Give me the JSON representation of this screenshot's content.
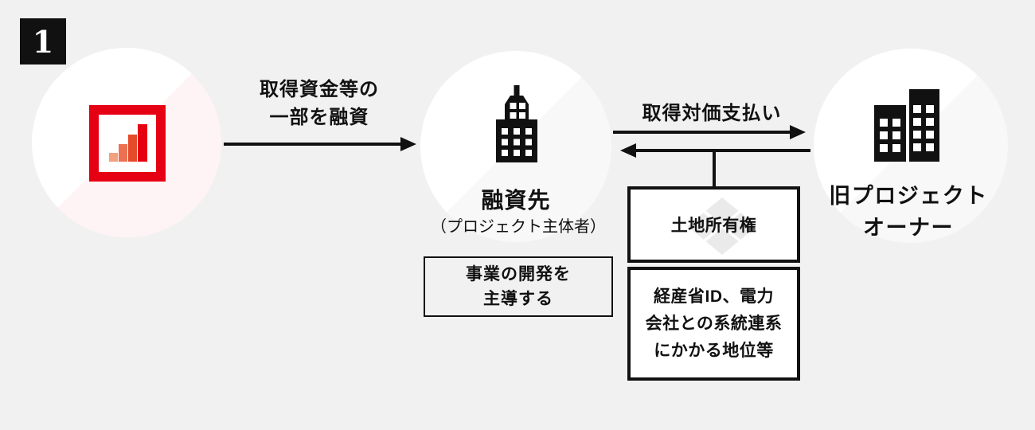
{
  "step_badge": "1",
  "flows": {
    "loan": {
      "lines": [
        "取得資金等の",
        "一部を融資"
      ]
    },
    "payment": {
      "label": "取得対価支払い"
    }
  },
  "borrower": {
    "title": "融資先",
    "subtitle": "（プロジェクト主体者）",
    "note_lines": [
      "事業の開発を",
      "主導する"
    ]
  },
  "old_owner": {
    "title_lines": [
      "旧プロジェクト",
      "オーナー"
    ]
  },
  "transferred_assets": {
    "land_rights": {
      "label": "土地所有権"
    },
    "meti_status": {
      "lines": [
        "経産省ID、電力",
        "会社との系統連系",
        "にかかる地位等"
      ]
    }
  },
  "colors": {
    "background": "#f1f1f1",
    "ink": "#111111",
    "logo_red": "#e60013",
    "logo_bars": [
      "#f1a17d",
      "#ed7150",
      "#e54a2b",
      "#e60013"
    ]
  },
  "logo_bar_heights": [
    11,
    22,
    34,
    47
  ]
}
